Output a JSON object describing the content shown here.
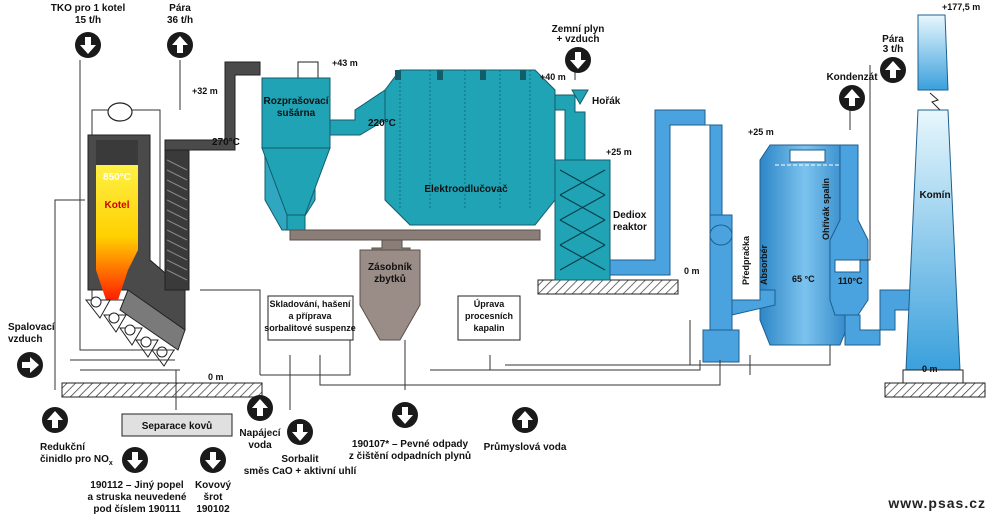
{
  "labels": {
    "tko_line1": "TKO pro 1 kotel",
    "tko_line2": "15 t/h",
    "para1_line1": "Pára",
    "para1_line2": "36 t/h",
    "level_32": "+32 m",
    "temp_270": "270°C",
    "level_43": "+43 m",
    "rozpras_line1": "Rozprašovací",
    "rozpras_line2": "sušárna",
    "temp_220": "220°C",
    "elektro": "Elektroodlučovač",
    "zemni_line1": "Zemní plyn",
    "zemni_line2": "+ vzduch",
    "level_40": "+40 m",
    "horak": "Hořák",
    "level_25a": "+25 m",
    "dediox_line1": "Dediox",
    "dediox_line2": "reaktor",
    "level_25b": "+25 m",
    "kondenzat": "Kondenzát",
    "para2_line1": "Pára",
    "para2_line2": "3 t/h",
    "level_177": "+177,5 m",
    "komin": "Komín",
    "temp_850": "850°C",
    "kotel": "Kotel",
    "zasobnik_line1": "Zásobník",
    "zasobnik_line2": "zbytků",
    "predpracka": "Předpračka",
    "absorber": "Absorbér",
    "temp_65": "65 °C",
    "ohrivak": "Ohřívák spalin",
    "temp_110": "110°C",
    "level_0a": "0 m",
    "level_0b": "0 m",
    "level_0c": "0 m",
    "spalovaci_line1": "Spalovací",
    "spalovaci_line2": "vzduch",
    "sklad_line1": "Skladování, hašení",
    "sklad_line2": "a příprava",
    "sklad_line3": "sorbalitové suspenze",
    "uprava_line1": "Úprava",
    "uprava_line2": "procesních",
    "uprava_line3": "kapalin",
    "separace": "Separace kovů",
    "redukcni_line1": "Redukční",
    "redukcni_line2": "činidlo pro NO",
    "redukcni_sub": "x",
    "jiny_line1": "190112 – Jiný popel",
    "jiny_line2": "a struska neuvedené",
    "jiny_line3": "pod číslem 190111",
    "kovovy_line1": "Kovový",
    "kovovy_line2": "šrot",
    "kovovy_line3": "190102",
    "napajeci_line1": "Napájecí",
    "napajeci_line2": "voda",
    "sorbalit_line1": "Sorbalit",
    "sorbalit_line2": "směs CaO + aktivní uhlí",
    "pevne_line1": "190107* – Pevné odpady",
    "pevne_line2": "z čištění odpadních plynů",
    "prumyslova": "Průmyslová voda",
    "url": "www.psas.cz"
  },
  "colors": {
    "kotel_fire_top": "#ffe600",
    "kotel_fire_bottom": "#ff2a00",
    "kotel_shell": "#5a5a5a",
    "blue_gas": "#3d9ad8",
    "teal_device": "#1fa3b5",
    "brown_support": "#8b7d78",
    "chimney_light": "#bfe6f7",
    "arrow_fill": "#1a1a1a"
  },
  "icons": {
    "flow_arrow": "circle-arrow-icon"
  }
}
